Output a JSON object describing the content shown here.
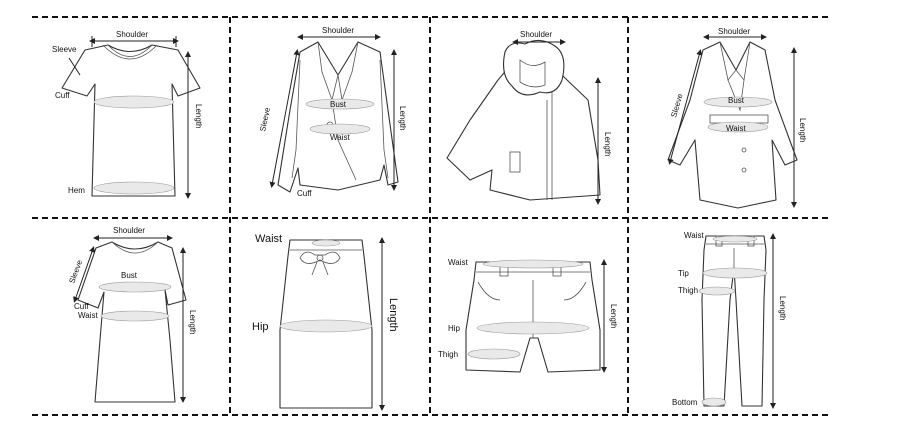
{
  "panels": [
    {
      "garment": "t-shirt",
      "labels": {
        "shoulder": "Shoulder",
        "sleeve": "Sleeve",
        "cuff": "Cuff",
        "hem": "Hem",
        "length": "Length"
      }
    },
    {
      "garment": "blazer",
      "labels": {
        "shoulder": "Shoulder",
        "sleeve": "Sleeve",
        "bust": "Bust",
        "waist": "Waist",
        "cuff": "Cuff",
        "length": "Length"
      }
    },
    {
      "garment": "hooded-cape-coat",
      "labels": {
        "shoulder": "Shoulder",
        "length": "Length"
      }
    },
    {
      "garment": "trench-coat",
      "labels": {
        "shoulder": "Shoulder",
        "sleeve": "Sleeve",
        "bust": "Bust",
        "waist": "Waist",
        "length": "Length"
      }
    },
    {
      "garment": "dress",
      "labels": {
        "shoulder": "Shoulder",
        "sleeve": "Sleeve",
        "bust": "Bust",
        "cuff": "Cuff",
        "waist": "Waist",
        "length": "Length"
      }
    },
    {
      "garment": "skirt",
      "labels": {
        "waist": "Waist",
        "hip": "Hip",
        "length": "Length"
      }
    },
    {
      "garment": "shorts",
      "labels": {
        "waist": "Waist",
        "hip": "Hip",
        "thigh": "Thigh",
        "length": "Length"
      }
    },
    {
      "garment": "trousers",
      "labels": {
        "waist": "Waist",
        "tip": "Tip",
        "thigh": "Thigh",
        "bottom": "Bottom",
        "length": "Length"
      }
    }
  ]
}
